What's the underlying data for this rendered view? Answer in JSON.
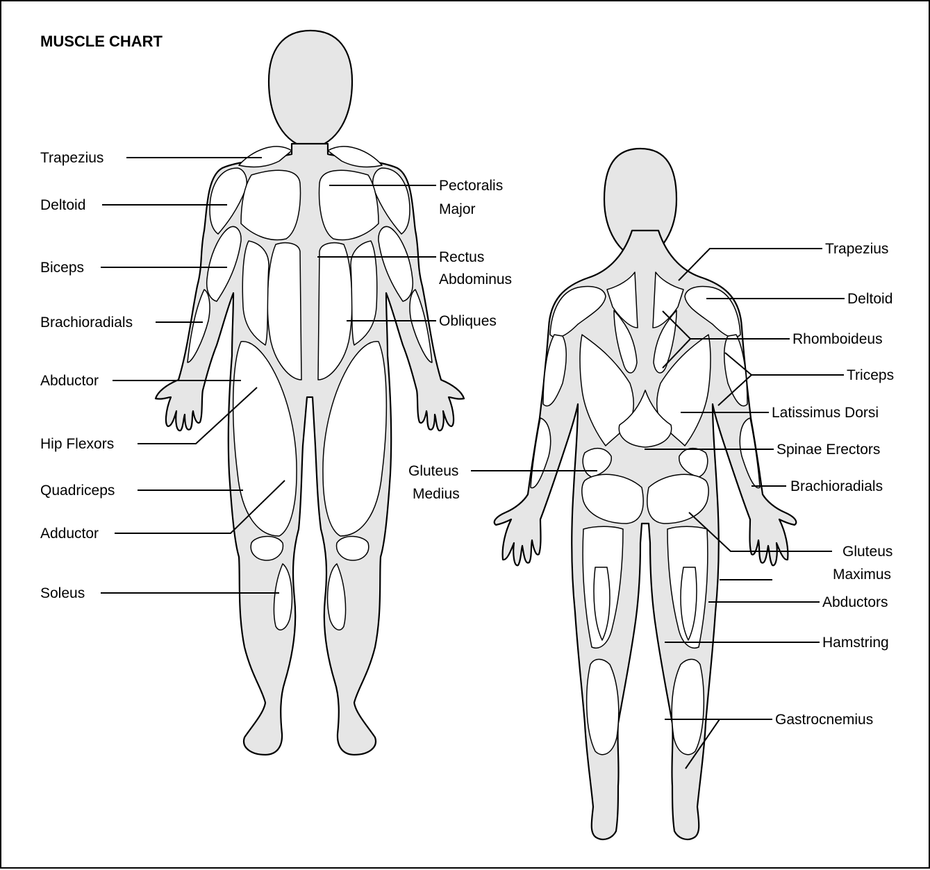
{
  "title": "MUSCLE CHART",
  "front_view": {
    "labels": [
      "Trapezius",
      "Deltoid",
      "Biceps",
      "Brachioradials",
      "Abductor",
      "Hip Flexors",
      "Quadriceps",
      "Adductor",
      "Soleus"
    ],
    "right_labels": [
      [
        "Pectoralis",
        "Major"
      ],
      [
        "Rectus",
        "Abdominus"
      ],
      [
        "Obliques"
      ]
    ]
  },
  "back_view": {
    "left_labels": [
      [
        "Gluteus",
        "Medius"
      ]
    ],
    "labels": [
      "Trapezius",
      "Deltoid",
      "Rhomboideus",
      "Triceps",
      "Latissimus Dorsi",
      "Spinae Erectors",
      "Brachioradials"
    ],
    "multiline_labels": [
      [
        "Gluteus",
        "Maximus"
      ]
    ],
    "lower_labels": [
      "Abductors",
      "Hamstring",
      "Gastrocnemius"
    ]
  }
}
